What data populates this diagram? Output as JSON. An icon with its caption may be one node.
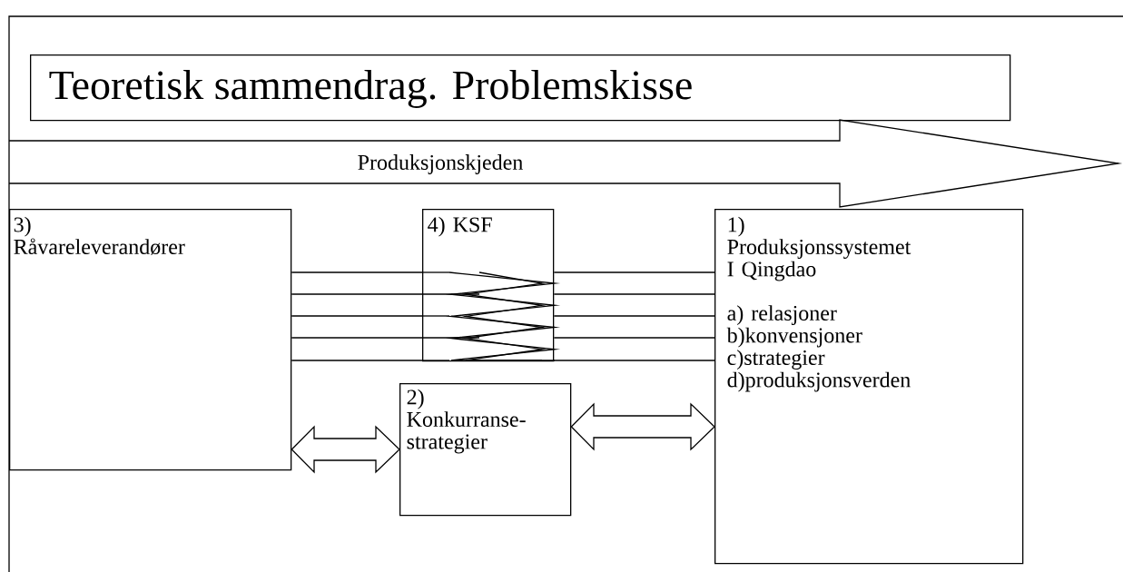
{
  "diagram": {
    "nodes": [
      {
        "text": [
          "Teoretisk sammendrag. Problemskisse"
        ]
      },
      {
        "text": [
          "Produksjonskjeden"
        ]
      },
      {
        "text": [
          "3) Råvareleverandører"
        ]
      },
      {
        "text": [
          "4) KSF"
        ]
      },
      {
        "text": [
          "1) Produksjonssystemet I Qingdao",
          "a) relasjoner",
          "b)konvensjoner",
          "c)strategier",
          "d)produksjonsverden"
        ]
      },
      {
        "text": [
          "2) Konkurranse-strategier"
        ]
      }
    ],
    "edges": [
      {
        "from": 2,
        "to": 3,
        "arrow": "none"
      },
      {
        "from": 2,
        "to": 3,
        "arrow": "none"
      },
      {
        "from": 2,
        "to": 3,
        "arrow": "none"
      },
      {
        "from": 2,
        "to": 3,
        "arrow": "none"
      },
      {
        "from": 2,
        "to": 3,
        "arrow": "none"
      },
      {
        "from": 3,
        "to": 4,
        "arrow": "none"
      },
      {
        "from": 3,
        "to": 4,
        "arrow": "none"
      },
      {
        "from": 3,
        "to": 4,
        "arrow": "none"
      },
      {
        "from": 3,
        "to": 4,
        "arrow": "none"
      },
      {
        "from": 3,
        "to": 4,
        "arrow": "none"
      },
      {
        "from": 2,
        "to": 5,
        "arrow": "both"
      },
      {
        "from": 5,
        "to": 4,
        "arrow": "both"
      }
    ]
  }
}
